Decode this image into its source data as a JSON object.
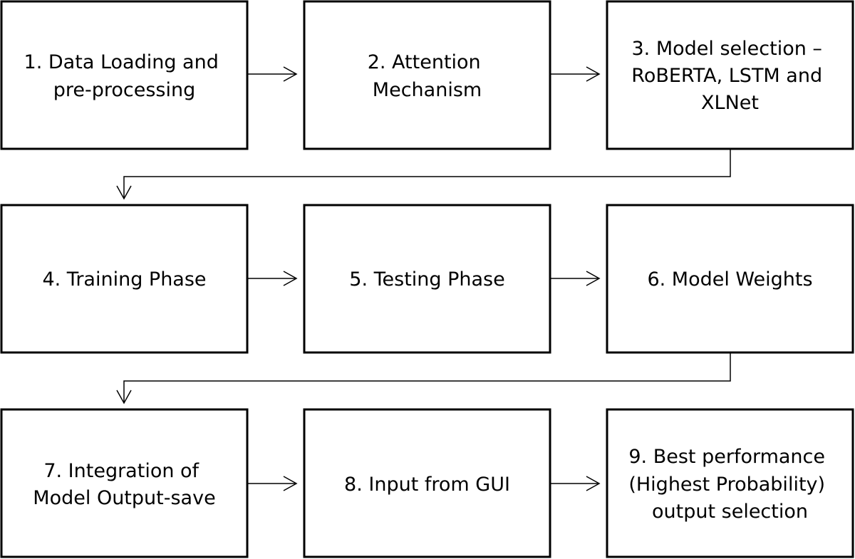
{
  "steps": [
    {
      "lines": [
        "1. Data Loading and",
        "pre-processing"
      ]
    },
    {
      "lines": [
        "2. Attention",
        "Mechanism"
      ]
    },
    {
      "lines": [
        "3. Model selection –",
        "RoBERTA, LSTM and",
        "XLNet"
      ]
    },
    {
      "lines": [
        "4. Training Phase"
      ]
    },
    {
      "lines": [
        "5. Testing Phase"
      ]
    },
    {
      "lines": [
        "6. Model Weights"
      ]
    },
    {
      "lines": [
        "7. Integration of",
        "Model Output-save"
      ]
    },
    {
      "lines": [
        "8. Input from GUI"
      ]
    },
    {
      "lines": [
        "9. Best performance",
        "(Highest Probability)",
        "output selection"
      ]
    }
  ]
}
